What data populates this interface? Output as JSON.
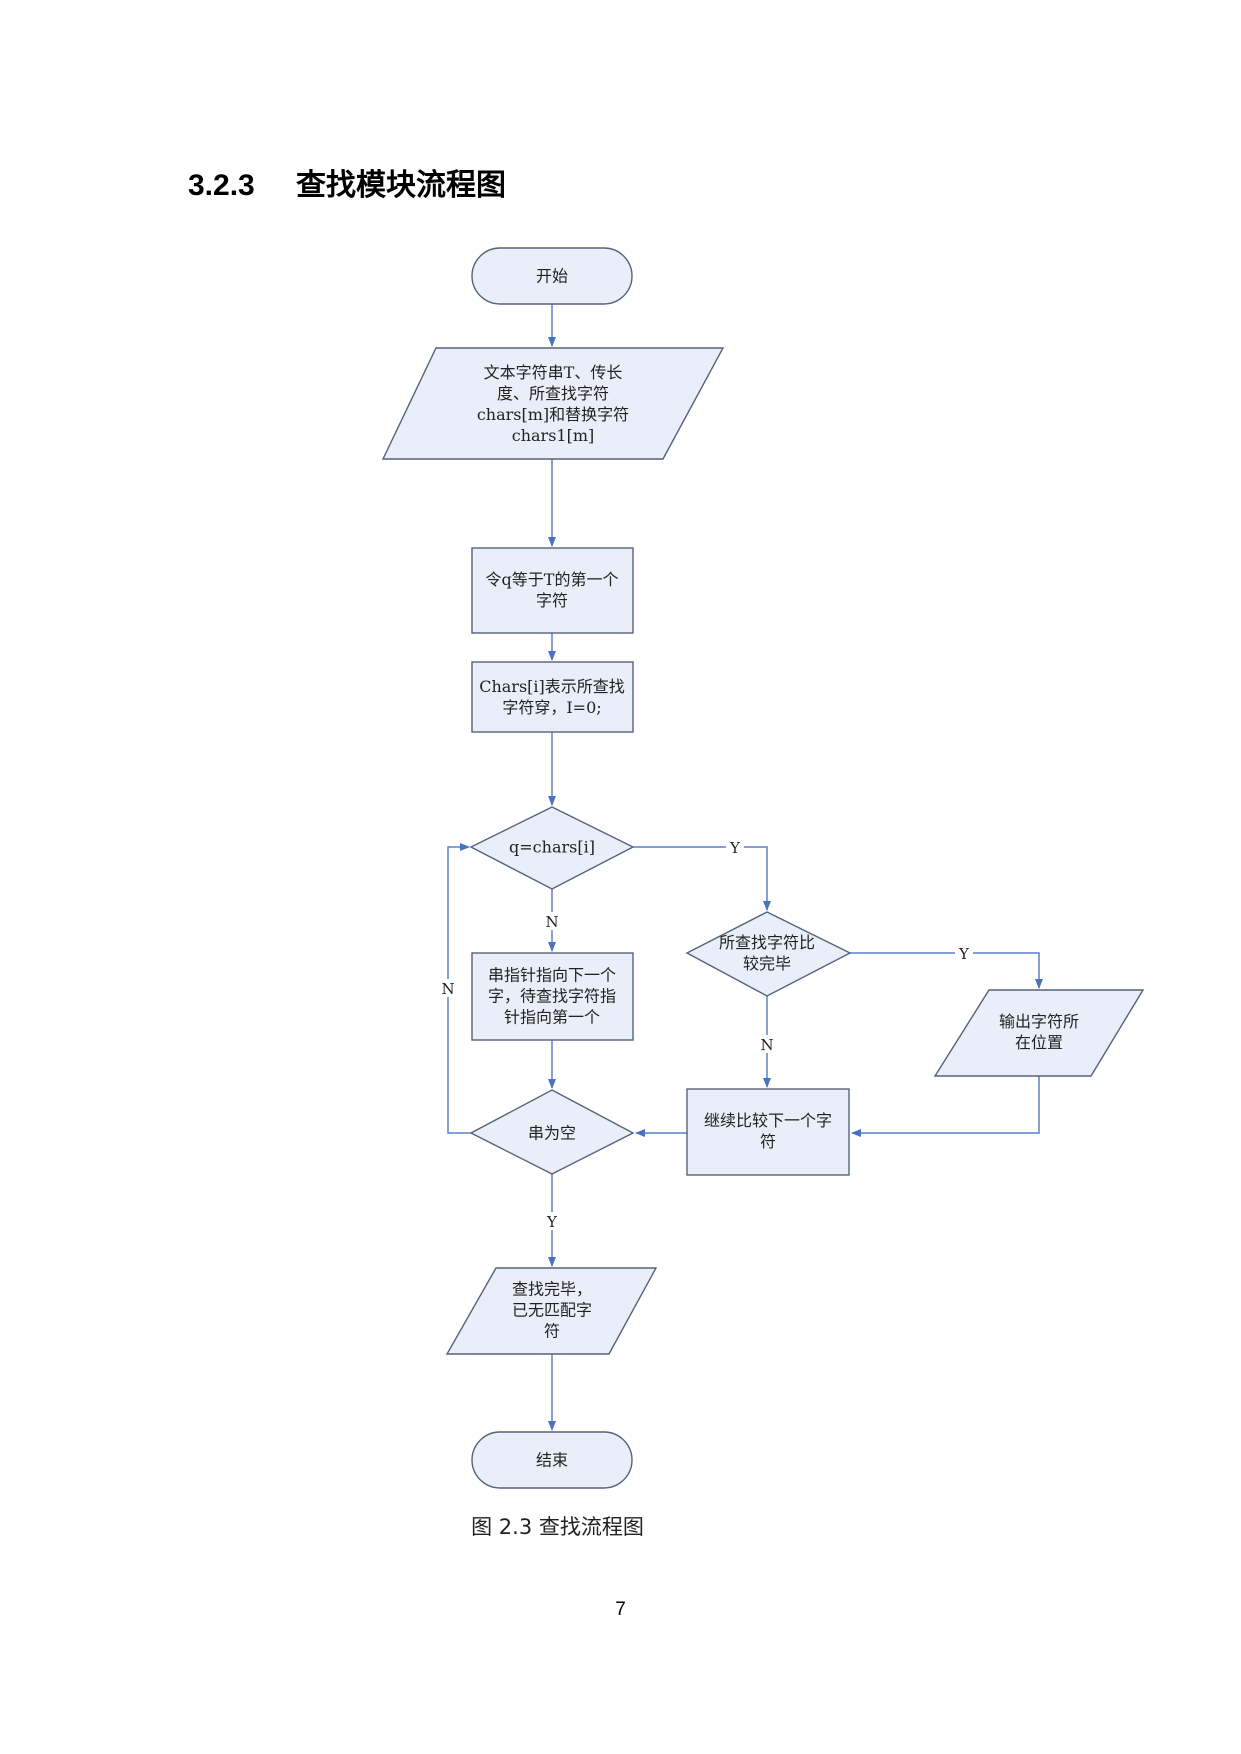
{
  "section": {
    "number": "3.2.3",
    "title": "查找模块流程图"
  },
  "diagram": {
    "nodes": {
      "start": {
        "lines": [
          "开始"
        ]
      },
      "input": {
        "lines": [
          "文本字符串T、传长",
          "度、所查找字符",
          "chars[m]和替换字符",
          "chars1[m]"
        ]
      },
      "init_q": {
        "lines": [
          "令q等于T的第一个",
          "字符"
        ]
      },
      "init_i": {
        "lines": [
          "Chars[i]表示所查找",
          "字符穿，I=0;"
        ]
      },
      "cond_match": {
        "lines": [
          "q=chars[i]"
        ]
      },
      "advance": {
        "lines": [
          "串指针指向下一个",
          "字，待查找字符指",
          "针指向第一个"
        ]
      },
      "cond_done": {
        "lines": [
          "所查找字符比",
          "较完毕"
        ]
      },
      "output_pos": {
        "lines": [
          "输出字符所",
          "在位置"
        ]
      },
      "cond_empty": {
        "lines": [
          "串为空"
        ]
      },
      "next_compare": {
        "lines": [
          "继续比较下一个字",
          "符"
        ]
      },
      "not_found": {
        "lines": [
          "查找完毕，",
          "已无匹配字",
          "符"
        ]
      },
      "end": {
        "lines": [
          "结束"
        ]
      }
    },
    "edge_labels": {
      "yes": "Y",
      "no": "N"
    }
  },
  "caption": "图 2.3  查找流程图",
  "page_number": "7",
  "colors": {
    "node_fill": "#e9eef8",
    "node_stroke": "#56627a",
    "arrow": "#5a82c8"
  }
}
